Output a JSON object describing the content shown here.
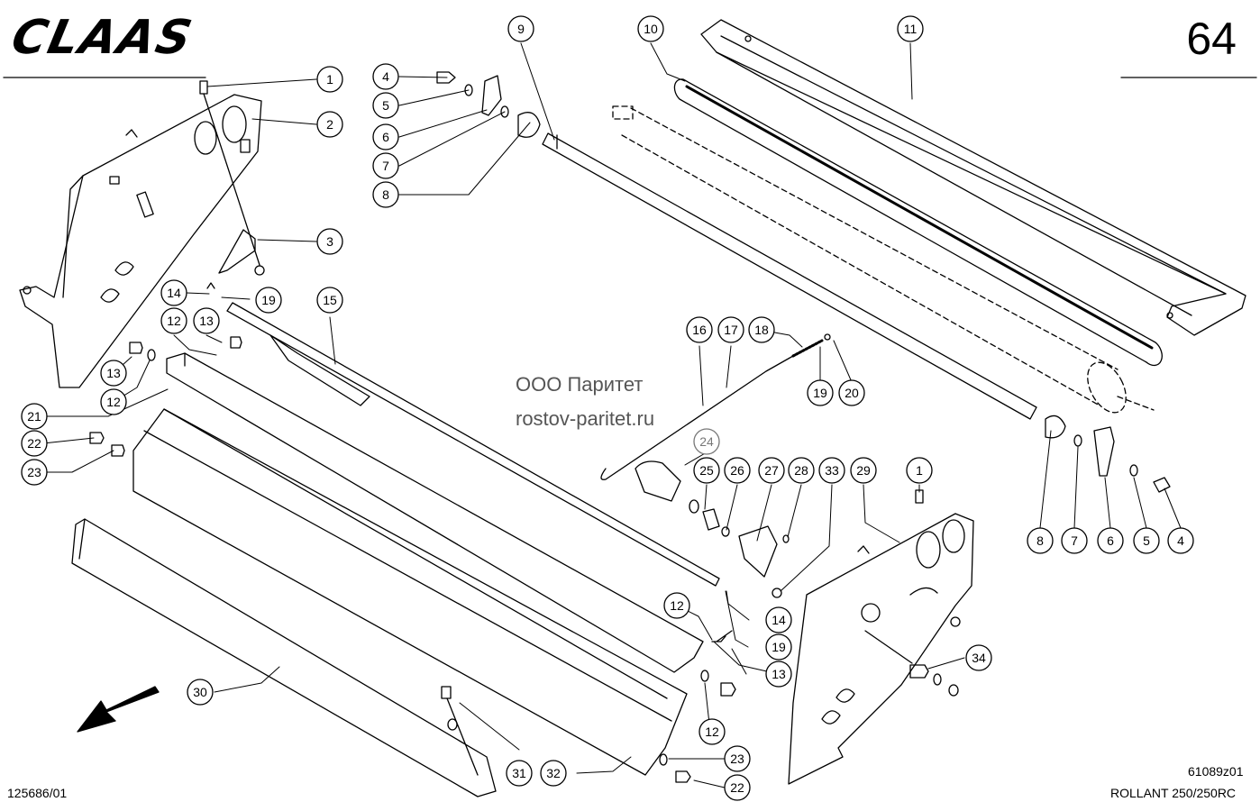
{
  "header": {
    "brand": "CLAAS",
    "page_number": "64"
  },
  "watermark": {
    "line1": "ООО Паритет",
    "line2": "rostov-paritet.ru"
  },
  "footer": {
    "left_code": "125686/01",
    "right_code": "61089z01",
    "model": "ROLLANT 250/250RC"
  },
  "callouts": [
    {
      "label": "1"
    },
    {
      "label": "2"
    },
    {
      "label": "3"
    },
    {
      "label": "4"
    },
    {
      "label": "5"
    },
    {
      "label": "6"
    },
    {
      "label": "7"
    },
    {
      "label": "8"
    },
    {
      "label": "9"
    },
    {
      "label": "10"
    },
    {
      "label": "11"
    },
    {
      "label": "14"
    },
    {
      "label": "19"
    },
    {
      "label": "15"
    },
    {
      "label": "12"
    },
    {
      "label": "13"
    },
    {
      "label": "13"
    },
    {
      "label": "12"
    },
    {
      "label": "21"
    },
    {
      "label": "22"
    },
    {
      "label": "23"
    },
    {
      "label": "16"
    },
    {
      "label": "17"
    },
    {
      "label": "18"
    },
    {
      "label": "19"
    },
    {
      "label": "20"
    },
    {
      "label": "24"
    },
    {
      "label": "25"
    },
    {
      "label": "26"
    },
    {
      "label": "27"
    },
    {
      "label": "28"
    },
    {
      "label": "33"
    },
    {
      "label": "29"
    },
    {
      "label": "1"
    },
    {
      "label": "8"
    },
    {
      "label": "7"
    },
    {
      "label": "6"
    },
    {
      "label": "5"
    },
    {
      "label": "4"
    },
    {
      "label": "12"
    },
    {
      "label": "14"
    },
    {
      "label": "19"
    },
    {
      "label": "13"
    },
    {
      "label": "34"
    },
    {
      "label": "30"
    },
    {
      "label": "12"
    },
    {
      "label": "31"
    },
    {
      "label": "32"
    },
    {
      "label": "23"
    },
    {
      "label": "22"
    }
  ]
}
